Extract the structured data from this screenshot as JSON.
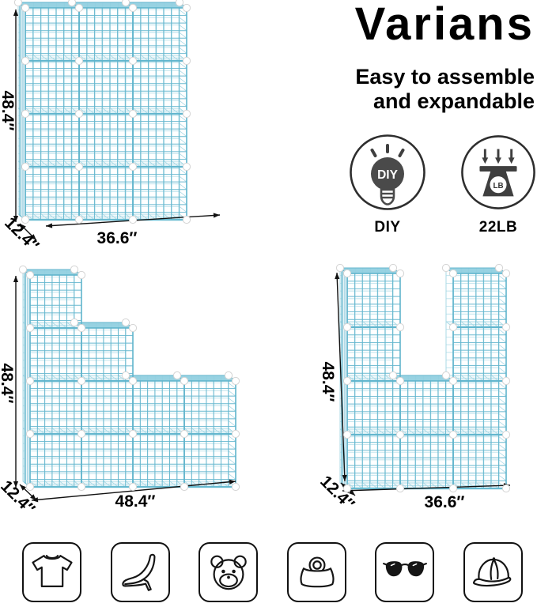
{
  "brand": {
    "title": "Varians",
    "tagline_line1": "Easy to assemble",
    "tagline_line2": "and expandable"
  },
  "features": [
    {
      "name": "diy-feature",
      "icon": "diy-lightbulb-icon",
      "bulb_text": "DIY",
      "label": "DIY"
    },
    {
      "name": "weight-capacity-feature",
      "icon": "weight-scale-icon",
      "scale_text": "LB",
      "label": "22LB"
    }
  ],
  "shelves": [
    {
      "name": "cube-organizer-3x4",
      "columns": [
        4,
        4,
        4
      ],
      "height_label": "48.4″",
      "width_label": "36.6″",
      "depth_label": "12.4″"
    },
    {
      "name": "cube-organizer-staircase",
      "columns": [
        4,
        3,
        2,
        2
      ],
      "height_label": "48.4″",
      "width_label": "48.4″",
      "depth_label": "12.4″"
    },
    {
      "name": "cube-organizer-u-shape",
      "columns": [
        4,
        2,
        4
      ],
      "height_label": "48.4″",
      "width_label": "36.6″",
      "depth_label": "12.4″"
    }
  ],
  "storage_icons": [
    "tshirt-icon",
    "high-heel-icon",
    "teddy-bear-icon",
    "handbag-icon",
    "sunglasses-icon",
    "baseball-cap-icon"
  ],
  "colors": {
    "wire": "#5fb4cc",
    "wire_light": "#a9d9e6",
    "shelf_band": "#8fcfe0",
    "panel_fill": "#eef7fa",
    "connector_ball": "#ffffff",
    "dimension": "#111111",
    "text": "#000000"
  }
}
